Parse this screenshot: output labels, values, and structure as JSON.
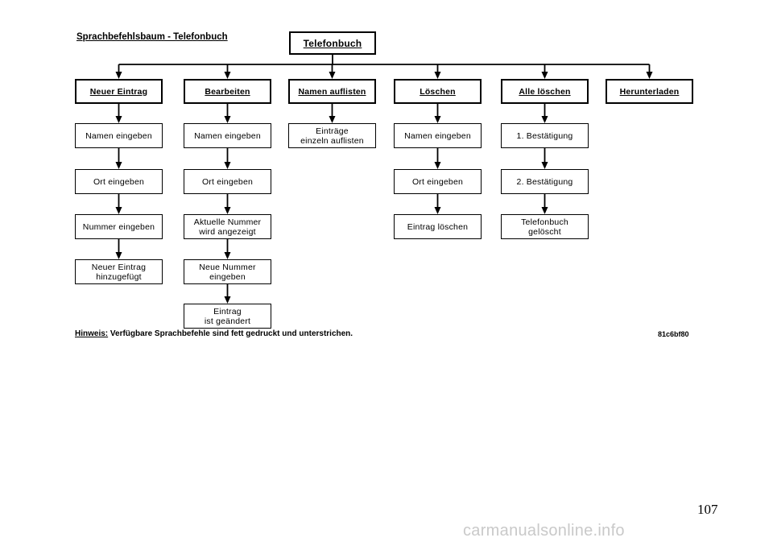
{
  "title": "Sprachbefehlsbaum - Telefonbuch",
  "root": "Telefonbuch",
  "columns": [
    {
      "command": "Neuer Eintrag",
      "steps": [
        "Namen eingeben",
        "Ort eingeben",
        "Nummer eingeben",
        "Neuer Eintrag\nhinzugefügt"
      ]
    },
    {
      "command": "Bearbeiten",
      "steps": [
        "Namen eingeben",
        "Ort eingeben",
        "Aktuelle Nummer\nwird angezeigt",
        "Neue Nummer\neingeben",
        "Eintrag\nist geändert"
      ]
    },
    {
      "command": "Namen auflisten",
      "steps": [
        "Einträge\neinzeln auflisten"
      ]
    },
    {
      "command": "Löschen",
      "steps": [
        "Namen eingeben",
        "Ort eingeben",
        "Eintrag löschen"
      ]
    },
    {
      "command": "Alle löschen",
      "steps": [
        "1. Bestätigung",
        "2. Bestätigung",
        "Telefonbuch\ngelöscht"
      ]
    },
    {
      "command": "Herunterladen",
      "steps": []
    }
  ],
  "note": {
    "label": "Hinweis:",
    "text": "Verfügbare Sprachbefehle sind fett gedruckt und unterstrichen."
  },
  "figure_code": "81c6bf80",
  "page_number": "107",
  "watermark": "carmanualsonline.info"
}
